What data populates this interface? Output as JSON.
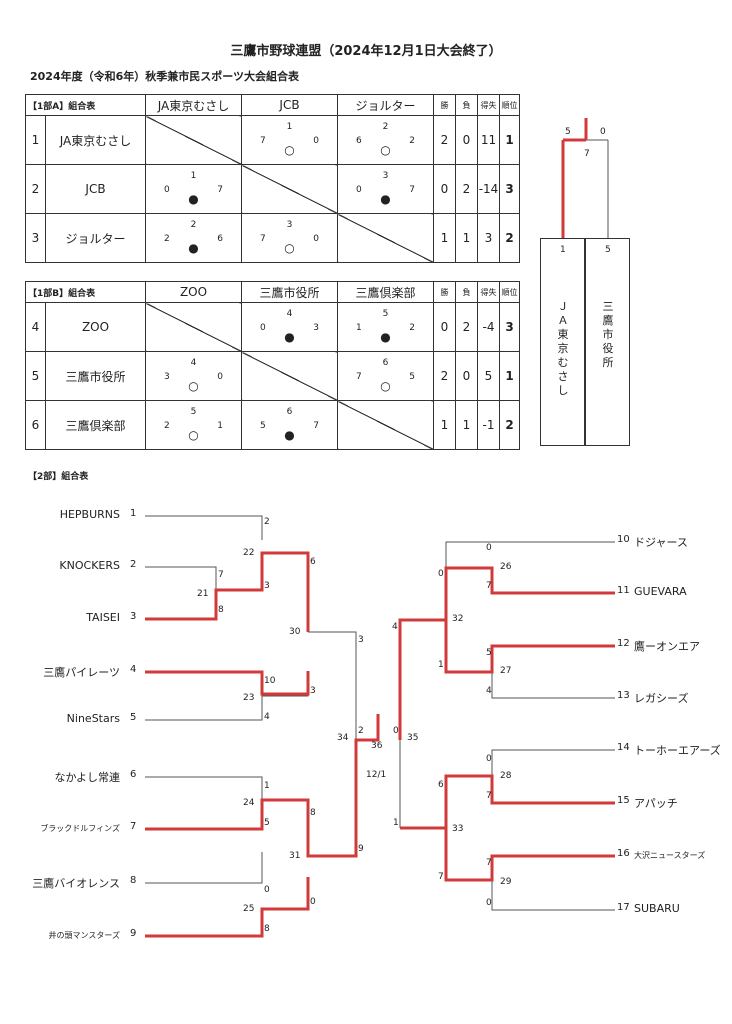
{
  "title": "三鷹市野球連盟（2024年12月1日大会終了）",
  "subtitle": "2024年度（令和6年）秋季兼市民スポーツ大会組合表",
  "groupA": {
    "label": "【1部A】組合表",
    "teams": [
      "JA東京むさし",
      "JCB",
      "ジョルター"
    ],
    "h_win": "勝",
    "h_loss": "負",
    "h_diff": "得失",
    "h_rank": "順位",
    "rows": [
      {
        "num": "1",
        "name": "JA東京むさし",
        "cells": [
          null,
          {
            "l": "7",
            "c": "1",
            "r": "0",
            "m": "○"
          },
          {
            "l": "6",
            "c": "2",
            "r": "2",
            "m": "○"
          }
        ],
        "w": "2",
        "lo": "0",
        "d": "11",
        "rk": "1"
      },
      {
        "num": "2",
        "name": "JCB",
        "cells": [
          {
            "l": "0",
            "c": "1",
            "r": "7",
            "m": "●"
          },
          null,
          {
            "l": "0",
            "c": "3",
            "r": "7",
            "m": "●"
          }
        ],
        "w": "0",
        "lo": "2",
        "d": "-14",
        "rk": "3"
      },
      {
        "num": "3",
        "name": "ジョルター",
        "cells": [
          {
            "l": "2",
            "c": "2",
            "r": "6",
            "m": "●"
          },
          {
            "l": "7",
            "c": "3",
            "r": "0",
            "m": "○"
          },
          null
        ],
        "w": "1",
        "lo": "1",
        "d": "3",
        "rk": "2"
      }
    ]
  },
  "groupB": {
    "label": "【1部B】組合表",
    "teams": [
      "ZOO",
      "三鷹市役所",
      "三鷹倶楽部"
    ],
    "h_win": "勝",
    "h_loss": "負",
    "h_diff": "得失",
    "h_rank": "順位",
    "rows": [
      {
        "num": "4",
        "name": "ZOO",
        "cells": [
          null,
          {
            "l": "0",
            "c": "4",
            "r": "3",
            "m": "●"
          },
          {
            "l": "1",
            "c": "5",
            "r": "2",
            "m": "●"
          }
        ],
        "w": "0",
        "lo": "2",
        "d": "-4",
        "rk": "3"
      },
      {
        "num": "5",
        "name": "三鷹市役所",
        "cells": [
          {
            "l": "3",
            "c": "4",
            "r": "0",
            "m": "○"
          },
          null,
          {
            "l": "7",
            "c": "6",
            "r": "5",
            "m": "○"
          }
        ],
        "w": "2",
        "lo": "0",
        "d": "5",
        "rk": "1"
      },
      {
        "num": "6",
        "name": "三鷹倶楽部",
        "cells": [
          {
            "l": "2",
            "c": "5",
            "r": "1",
            "m": "○"
          },
          {
            "l": "5",
            "c": "6",
            "r": "7",
            "m": "●"
          },
          null
        ],
        "w": "1",
        "lo": "1",
        "d": "-1",
        "rk": "2"
      }
    ]
  },
  "final1": {
    "score_left": "5",
    "score_right": "0",
    "game": "7",
    "left_num": "1",
    "right_num": "5",
    "left_name": "ＪＡ東京むさし",
    "right_name": "三鷹市役所"
  },
  "div2": {
    "label": "【2部】組合表",
    "left_teams": [
      {
        "name": "HEPBURNS",
        "num": "1"
      },
      {
        "name": "KNOCKERS",
        "num": "2"
      },
      {
        "name": "TAISEI",
        "num": "3"
      },
      {
        "name": "三鷹パイレーツ",
        "num": "4"
      },
      {
        "name": "NineStars",
        "num": "5"
      },
      {
        "name": "なかよし常連",
        "num": "6"
      },
      {
        "name": "ブラックドルフィンズ",
        "num": "7"
      },
      {
        "name": "三鷹バイオレンス",
        "num": "8"
      },
      {
        "name": "井の頭マンスターズ",
        "num": "9"
      }
    ],
    "right_teams": [
      {
        "num": "10",
        "name": "ドジャース"
      },
      {
        "num": "11",
        "name": "GUEVARA"
      },
      {
        "num": "12",
        "name": "鷹ーオンエア"
      },
      {
        "num": "13",
        "name": "レガシーズ"
      },
      {
        "num": "14",
        "name": "トーホーエアーズ"
      },
      {
        "num": "15",
        "name": "アパッチ"
      },
      {
        "num": "16",
        "name": "大沢ニュースターズ"
      },
      {
        "num": "17",
        "name": "SUBARU"
      }
    ],
    "labels": {
      "s1_2": "2",
      "s2_7": "7",
      "s3_8": "8",
      "g21": "21",
      "g22": "22",
      "s21_3": "3",
      "s22_6": "6",
      "s4_10": "10",
      "s5_4": "4",
      "g23": "23",
      "s23_3": "3",
      "g30": "30",
      "s30_3": "3",
      "s6_1": "1",
      "s7_5": "5",
      "g24": "24",
      "s24_8": "8",
      "s8_0": "0",
      "s9_8": "8",
      "g25": "25",
      "s25_0": "0",
      "g31": "31",
      "s31_9": "9",
      "g34": "34",
      "s34_2": "2",
      "g36": "36",
      "date": "12/1",
      "s35_0": "0",
      "g35": "35",
      "s10_0": "0",
      "s11_7": "7",
      "g26": "26",
      "s26_0": "0",
      "s12_5": "5",
      "s13_4": "4",
      "g27": "27",
      "s27_1": "1",
      "g32": "32",
      "s32_4": "4",
      "s14_0": "0",
      "s15_7": "7",
      "g28": "28",
      "s28_6": "6",
      "s16_7": "7",
      "s17_0": "0",
      "g29": "29",
      "s29_7": "7",
      "g33": "33",
      "s33_1": "1"
    }
  }
}
